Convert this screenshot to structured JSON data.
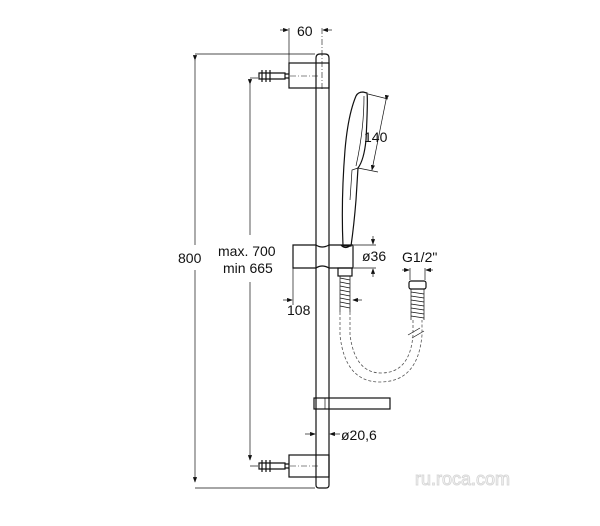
{
  "dimensions": {
    "width_60": "60",
    "height_800": "800",
    "max_700": "max. 700",
    "min_665": "min 665",
    "head_140": "140",
    "diameter_36": "ø36",
    "offset_108": "108",
    "bar_diameter": "ø20,6",
    "thread": "G1/2\""
  },
  "watermark": "ru.roca.com"
}
